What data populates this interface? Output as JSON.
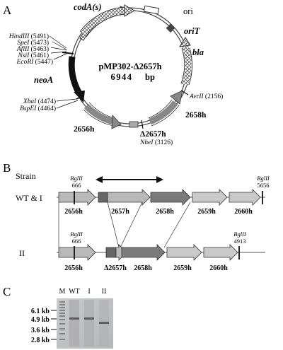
{
  "panels": {
    "a": "A",
    "b": "B",
    "c": "C"
  },
  "plasmid": {
    "name": "pMP302-Δ2657h",
    "size": "6944",
    "size_unit": "bp",
    "features": {
      "codA": "codA(s)",
      "ori": "ori",
      "oriT": "oriT",
      "bla": "bla",
      "neoA": "neoA",
      "h2658": "2658h",
      "h2656": "2656h",
      "d2657": "Δ2657h"
    },
    "sites": [
      {
        "enzyme": "HindIII",
        "pos": "(5491)"
      },
      {
        "enzyme": "SpeI",
        "pos": "(5473)"
      },
      {
        "enzyme": "AflII",
        "pos": "(5463)"
      },
      {
        "enzyme": "NsiI",
        "pos": "(5461)"
      },
      {
        "enzyme": "EcoRI",
        "pos": "(5447)"
      },
      {
        "enzyme": "XbaI",
        "pos": "(4474)"
      },
      {
        "enzyme": "BspEI",
        "pos": "(4464)"
      },
      {
        "enzyme": "AvrII",
        "pos": "(2156)"
      },
      {
        "enzyme": "NheI",
        "pos": "(3126)"
      }
    ]
  },
  "maps": {
    "strain_header": "Strain",
    "wt_label": "WT & I",
    "ii_label": "II",
    "wt_genes": [
      "2656h",
      "2657h",
      "2658h",
      "2659h",
      "2660h"
    ],
    "ii_genes": [
      "2656h",
      "Δ2657h",
      "2658h",
      "2659h",
      "2660h"
    ],
    "bgl_name": "BglII",
    "wt_bgl_pos": [
      "666",
      "5656"
    ],
    "ii_bgl_pos": [
      "666",
      "4913"
    ]
  },
  "gel": {
    "lanes": [
      "M",
      "WT",
      "I",
      "II"
    ],
    "sizes": [
      "6.1 kb",
      "4.9 kb",
      "3.6 kb",
      "2.8 kb"
    ]
  }
}
